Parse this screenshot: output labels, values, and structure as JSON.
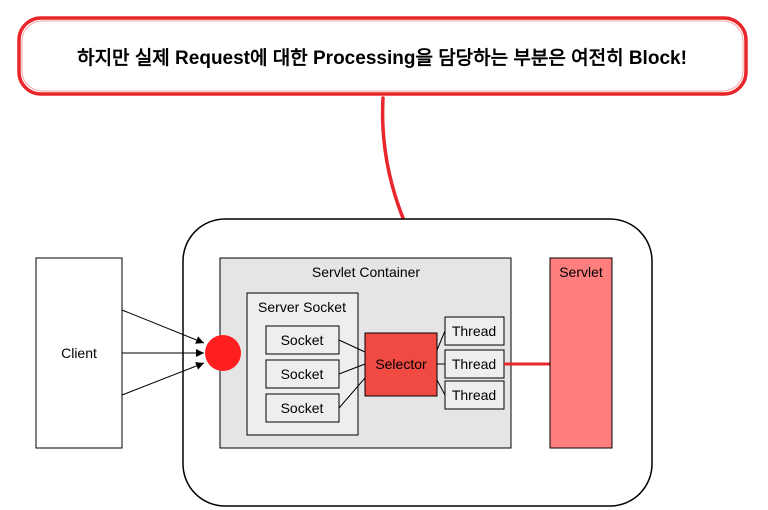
{
  "callout": {
    "text": "하지만 실제 Request에 대한 Processing을 담당하는 부분은 여전히 Block!"
  },
  "diagram": {
    "client_label": "Client",
    "servlet_container_label": "Servlet Container",
    "server_socket_label": "Server Socket",
    "sockets": [
      "Socket",
      "Socket",
      "Socket"
    ],
    "selector_label": "Selector",
    "threads": [
      "Thread",
      "Thread",
      "Thread"
    ],
    "servlet_label": "Servlet"
  },
  "colors": {
    "accent_red": "#e8262b",
    "selector_fill": "#f04a43",
    "servlet_fill": "#ff7f7f",
    "container_fill": "#e5e5e5",
    "inner_fill": "#eeeeee"
  }
}
